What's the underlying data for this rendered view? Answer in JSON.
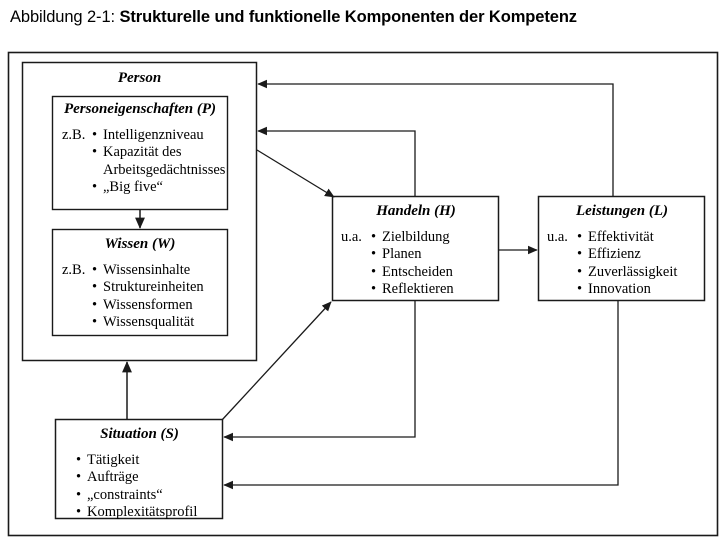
{
  "caption": {
    "label": "Abbildung 2-1: ",
    "title": "Strukturelle und funktionelle Komponenten der Kompetenz"
  },
  "diagram": {
    "type": "block-diagram",
    "stroke_color": "#1a1a1a",
    "background": "#ffffff",
    "boxes": [
      {
        "id": "person",
        "title": "Person",
        "prefix": "",
        "items": [],
        "role": "container"
      },
      {
        "id": "personeigenschaften",
        "title": "Personeigenschaften (P)",
        "prefix": "z.B.",
        "items": [
          "Intelligenzniveau",
          "Kapazität des",
          "Arbeitsgedächtnisses",
          "„Big five“"
        ],
        "bulleted": [
          true,
          true,
          false,
          true
        ]
      },
      {
        "id": "wissen",
        "title": "Wissen (W)",
        "prefix": "z.B.",
        "items": [
          "Wissensinhalte",
          "Struktureinheiten",
          "Wissensformen",
          "Wissensqualität"
        ],
        "bulleted": [
          true,
          true,
          true,
          true
        ]
      },
      {
        "id": "handeln",
        "title": "Handeln (H)",
        "prefix": "u.a.",
        "items": [
          "Zielbildung",
          "Planen",
          "Entscheiden",
          "Reflektieren"
        ],
        "bulleted": [
          true,
          true,
          true,
          true
        ]
      },
      {
        "id": "leistungen",
        "title": "Leistungen (L)",
        "prefix": "u.a.",
        "items": [
          "Effektivität",
          "Effizienz",
          "Zuverlässigkeit",
          "Innovation"
        ],
        "bulleted": [
          true,
          true,
          true,
          true
        ]
      },
      {
        "id": "situation",
        "title": "Situation (S)",
        "prefix": "",
        "items": [
          "Tätigkeit",
          "Aufträge",
          "„constraints“",
          "Komplexitätsprofil"
        ],
        "bulleted": [
          true,
          true,
          true,
          true
        ]
      }
    ],
    "arrows": [
      {
        "from": "personeigenschaften",
        "to": "wissen",
        "direction": "down"
      },
      {
        "from": "person",
        "to": "handeln",
        "direction": "diagonal-down-right"
      },
      {
        "from": "handeln",
        "to": "leistungen",
        "direction": "right"
      },
      {
        "from": "handeln",
        "to": "person",
        "direction": "up-then-left"
      },
      {
        "from": "leistungen",
        "to": "person",
        "direction": "up-then-left"
      },
      {
        "from": "situation",
        "to": "person",
        "direction": "up"
      },
      {
        "from": "situation",
        "to": "handeln",
        "direction": "diagonal-up-right"
      },
      {
        "from": "handeln",
        "to": "situation",
        "direction": "down-then-left"
      },
      {
        "from": "leistungen",
        "to": "situation",
        "direction": "down-then-left"
      }
    ]
  }
}
